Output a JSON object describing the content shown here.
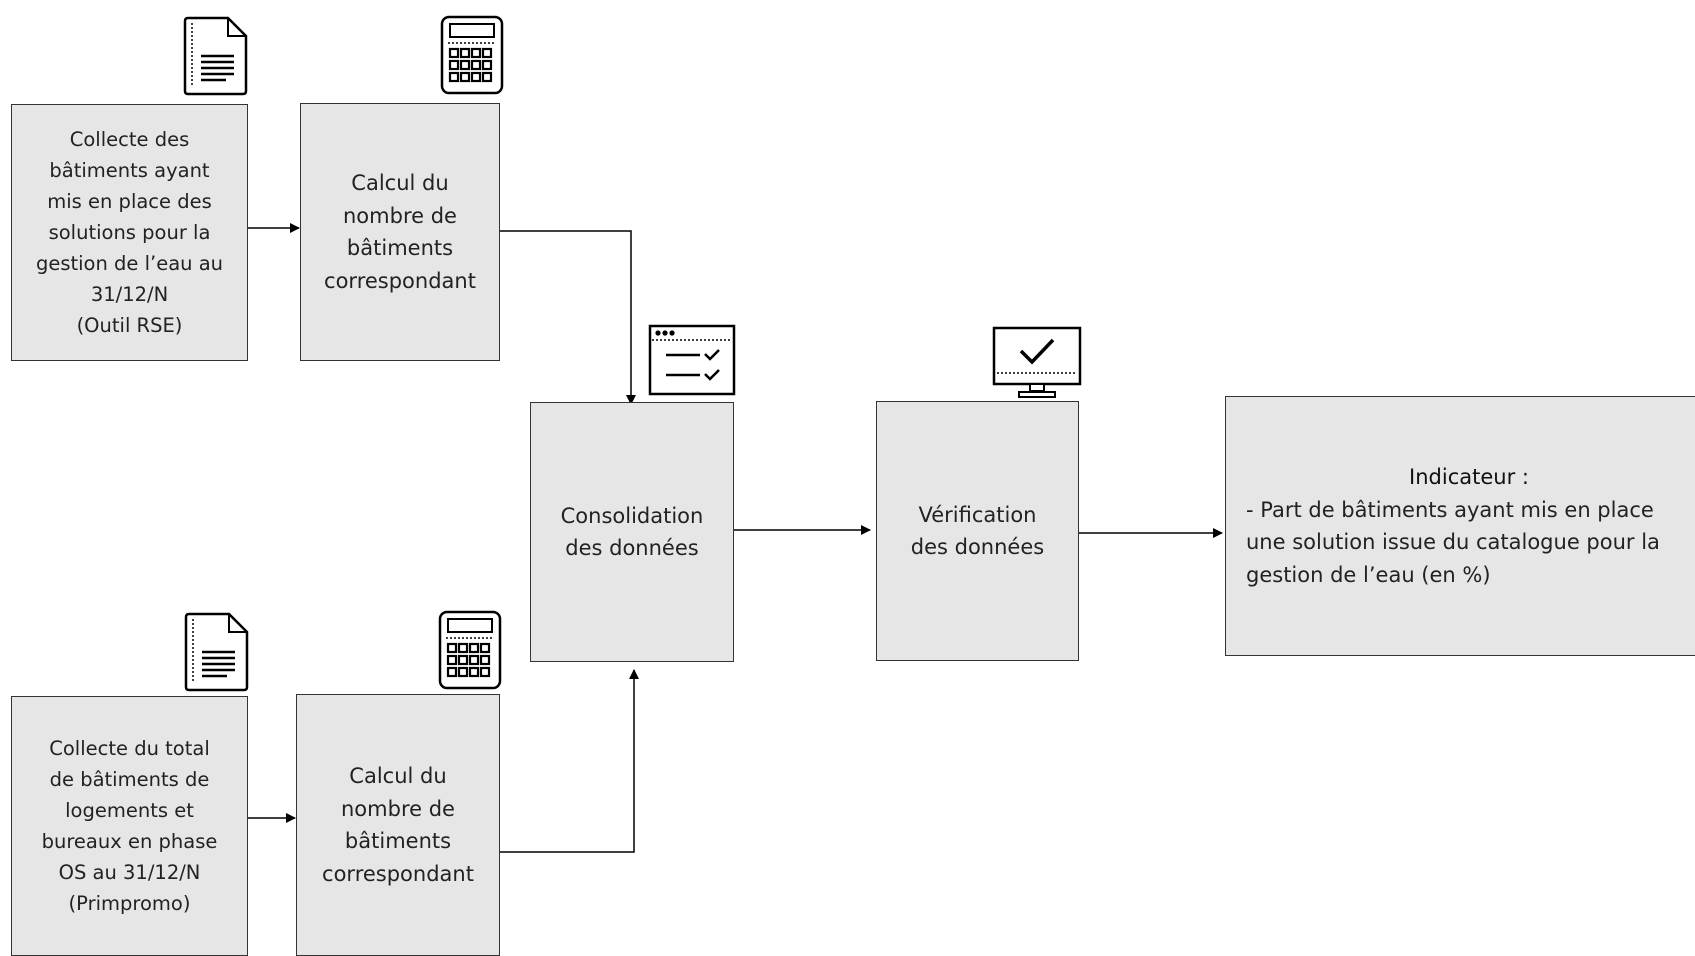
{
  "diagram": {
    "nodes": {
      "collect_rse": {
        "text": "Collecte des\nbâtiments ayant\nmis en place des\nsolutions pour la\ngestion de l’eau au\n31/12/N\n(Outil RSE)"
      },
      "calc_top": {
        "text": "Calcul du\nnombre de\nbâtiments\ncorrespondant"
      },
      "collect_total": {
        "text": "Collecte du total\nde bâtiments de\nlogements et\nbureaux en phase\nOS au 31/12/N\n(Primpromo)"
      },
      "calc_bottom": {
        "text": "Calcul du\nnombre de\nbâtiments\ncorrespondant"
      },
      "consolidation": {
        "text": "Consolidation\ndes données"
      },
      "verification": {
        "text": "Vérification\ndes données"
      },
      "indicator": {
        "title": "Indicateur :",
        "text": "- Part de bâtiments ayant mis en place\nune solution issue du catalogue pour la\ngestion de l’eau (en %)"
      }
    },
    "icons": {
      "document_top": "document-icon",
      "calculator_top": "calculator-icon",
      "checklist": "checklist-window-icon",
      "monitor_check": "monitor-check-icon",
      "document_bottom": "document-icon",
      "calculator_bottom": "calculator-icon"
    },
    "colors": {
      "box_fill": "#e6e6e6",
      "stroke": "#333333",
      "text": "#222222"
    }
  }
}
